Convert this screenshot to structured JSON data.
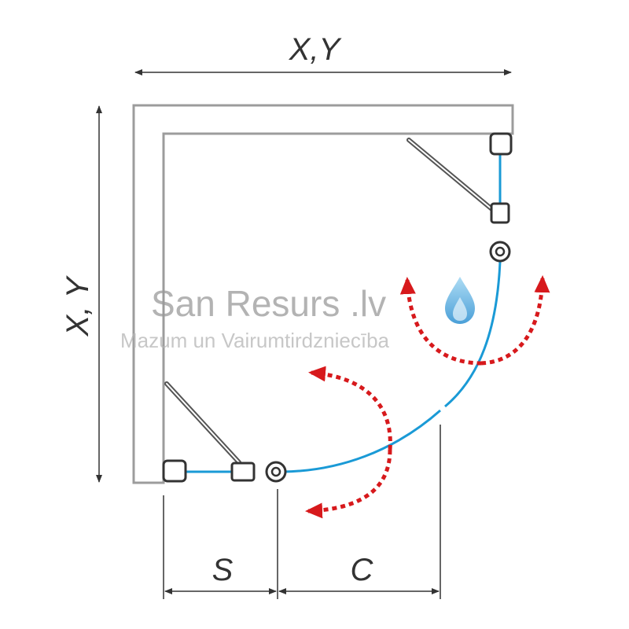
{
  "dimensions": {
    "top": "X,Y",
    "left": "X, Y",
    "bottom_left": "S",
    "bottom_right": "C"
  },
  "watermark": {
    "title": "San Resurs .lv",
    "subtitle": "Mazum un Vairumtirdzniecība"
  },
  "colors": {
    "frame": "#9c9c9c",
    "glass": "#1a9ad6",
    "arrow": "#d7191c",
    "dimension": "#333333"
  },
  "icons": {
    "logo": "water-drop-icon"
  }
}
